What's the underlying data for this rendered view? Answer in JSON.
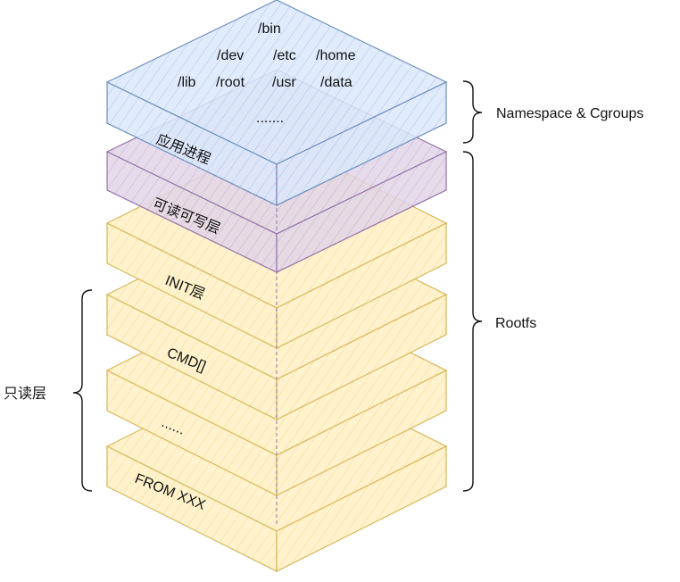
{
  "colors": {
    "blue_fill": "#dae8fc",
    "blue_stroke": "#6c8ebf",
    "purple_fill": "#e1d5e7",
    "purple_stroke": "#9673a6",
    "yellow_fill": "#fff2cc",
    "yellow_stroke": "#d6b656",
    "text": "#111111"
  },
  "top_layer": {
    "dirs_row1": "/bin",
    "dirs_row2a": "/dev",
    "dirs_row2b": "/etc",
    "dirs_row2c": "/home",
    "dirs_row3a": "/lib",
    "dirs_row3b": "/root",
    "dirs_row3c": "/usr",
    "dirs_row3d": "/data",
    "ellipsis": "......."
  },
  "layers": {
    "app_process": "应用进程",
    "rw_layer": "可读可写层",
    "init_layer": "INIT层",
    "cmd_layer": "CMD[]",
    "dots_layer": "......",
    "from_layer": "FROM XXX"
  },
  "braces": {
    "namespace": "Namespace & Cgroups",
    "rootfs": "Rootfs",
    "readonly": "只读层"
  }
}
